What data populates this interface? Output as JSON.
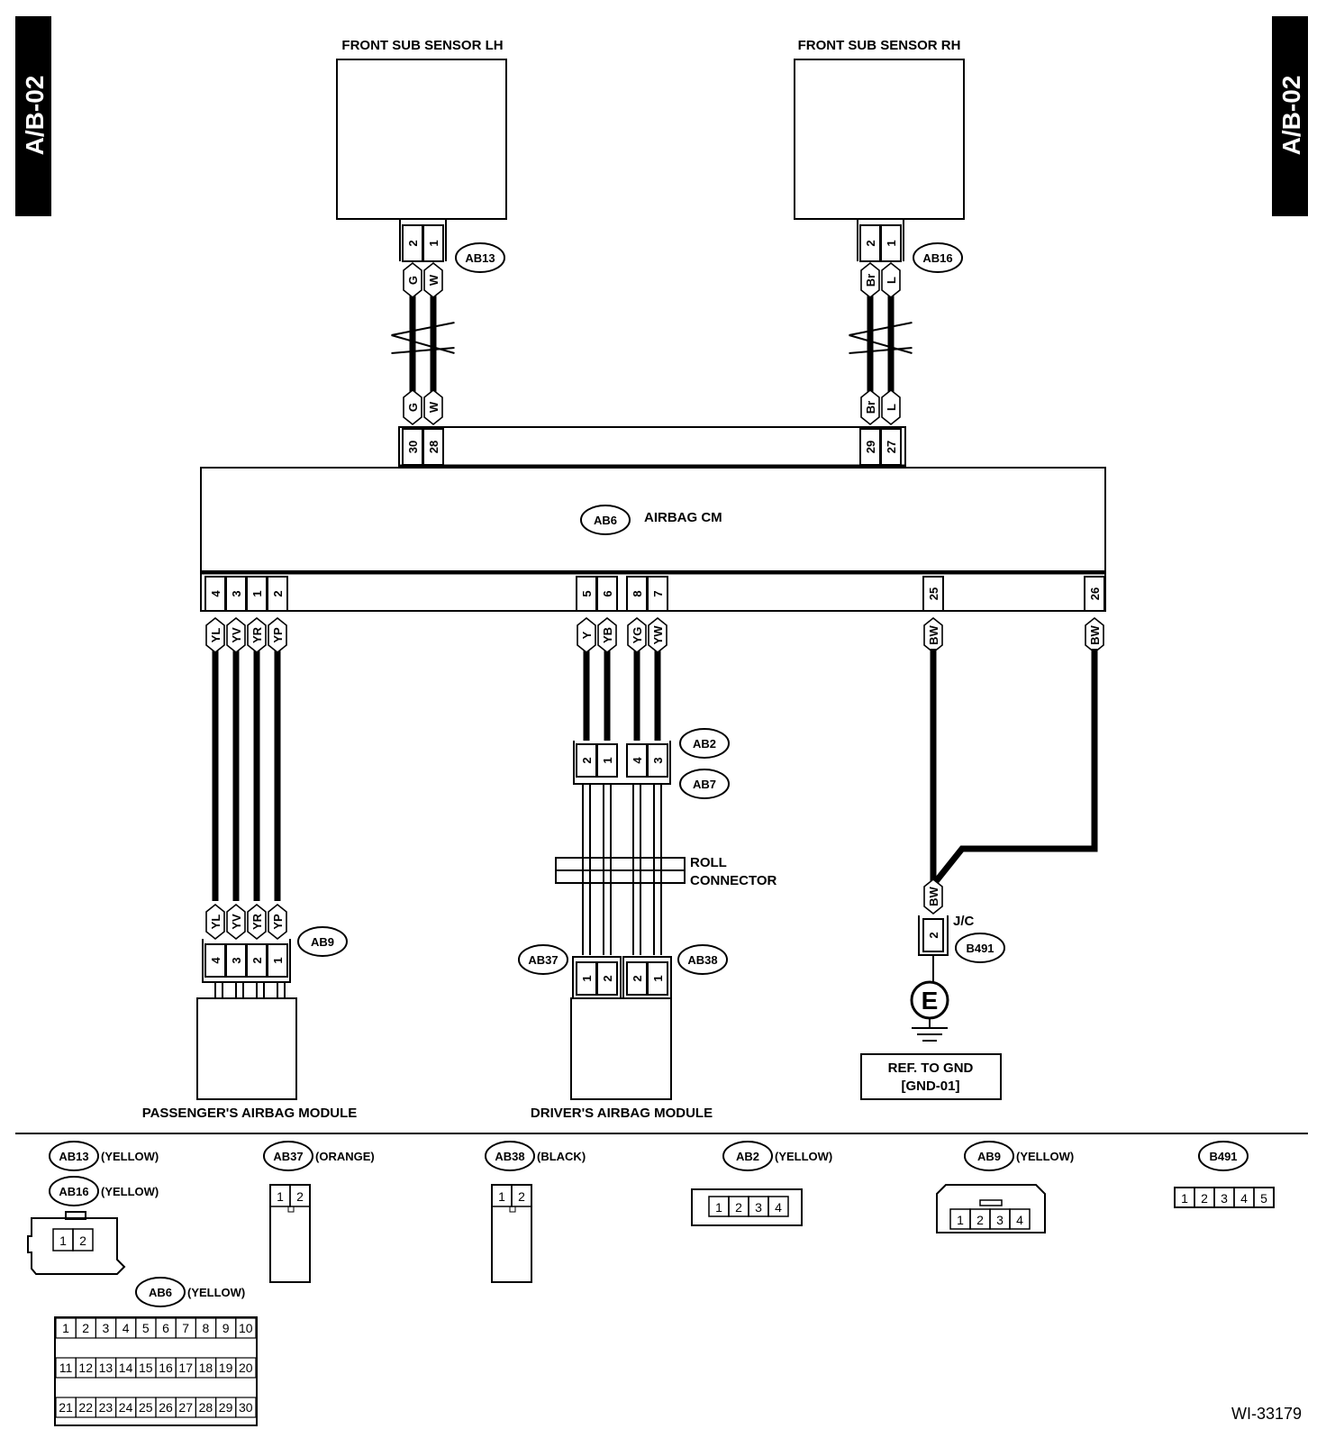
{
  "page_tab": "A/B-02",
  "figure_id": "WI-33179",
  "components": {
    "front_sub_sensor_lh": "FRONT SUB SENSOR LH",
    "front_sub_sensor_rh": "FRONT SUB SENSOR RH",
    "airbag_cm": "AIRBAG CM",
    "passenger_module": "PASSENGER'S AIRBAG MODULE",
    "driver_module": "DRIVER'S AIRBAG MODULE",
    "roll_connector_1": "ROLL",
    "roll_connector_2": "CONNECTOR",
    "jc": "J/C",
    "ground": "E",
    "ref_gnd_1": "REF. TO GND",
    "ref_gnd_2": "[GND-01]"
  },
  "connectors": {
    "ab13": "AB13",
    "ab16": "AB16",
    "ab6": "AB6",
    "ab2": "AB2",
    "ab7": "AB7",
    "ab9": "AB9",
    "ab37": "AB37",
    "ab38": "AB38",
    "b491": "B491"
  },
  "wires": {
    "lh_sensor_pins": [
      "2",
      "1"
    ],
    "lh_colors": [
      "G",
      "W"
    ],
    "lh_cm_pins": [
      "30",
      "28"
    ],
    "rh_sensor_pins": [
      "2",
      "1"
    ],
    "rh_colors": [
      "Br",
      "L"
    ],
    "rh_cm_pins": [
      "29",
      "27"
    ],
    "pass_cm_pins": [
      "4",
      "3",
      "1",
      "2"
    ],
    "pass_colors": [
      "YL",
      "YV",
      "YR",
      "YP"
    ],
    "pass_ab9_pins": [
      "4",
      "3",
      "2",
      "1"
    ],
    "drv_cm_pins": [
      "5",
      "6",
      "8",
      "7"
    ],
    "drv_colors": [
      "Y",
      "YB",
      "YG",
      "YW"
    ],
    "drv_ab2_pins": [
      "2",
      "1",
      "4",
      "3"
    ],
    "ab37_pins": [
      "1",
      "2"
    ],
    "ab38_pins": [
      "2",
      "1"
    ],
    "gnd_cm_pins": [
      "25",
      "26"
    ],
    "gnd_colors": [
      "BW",
      "BW"
    ],
    "gnd_bw": "BW",
    "b491_pin": "2"
  },
  "legend": {
    "ab13": {
      "code": "AB13",
      "color": "(YELLOW)",
      "pins": [
        "1",
        "2"
      ]
    },
    "ab16": {
      "code": "AB16",
      "color": "(YELLOW)"
    },
    "ab37": {
      "code": "AB37",
      "color": "(ORANGE)",
      "pins": [
        "1",
        "2"
      ]
    },
    "ab38": {
      "code": "AB38",
      "color": "(BLACK)",
      "pins": [
        "1",
        "2"
      ]
    },
    "ab2": {
      "code": "AB2",
      "color": "(YELLOW)",
      "pins": [
        "1",
        "2",
        "3",
        "4"
      ]
    },
    "ab9": {
      "code": "AB9",
      "color": "(YELLOW)",
      "pins": [
        "1",
        "2",
        "3",
        "4"
      ]
    },
    "b491": {
      "code": "B491",
      "pins": [
        "1",
        "2",
        "3",
        "4",
        "5"
      ]
    },
    "ab6": {
      "code": "AB6",
      "color": "(YELLOW)",
      "row1": [
        "1",
        "2",
        "3",
        "4",
        "5",
        "6",
        "7",
        "8",
        "9",
        "10"
      ],
      "row2": [
        "11",
        "12",
        "13",
        "14",
        "15",
        "16",
        "17",
        "18",
        "19",
        "20"
      ],
      "row3": [
        "21",
        "22",
        "23",
        "24",
        "25",
        "26",
        "27",
        "28",
        "29",
        "30"
      ]
    }
  }
}
